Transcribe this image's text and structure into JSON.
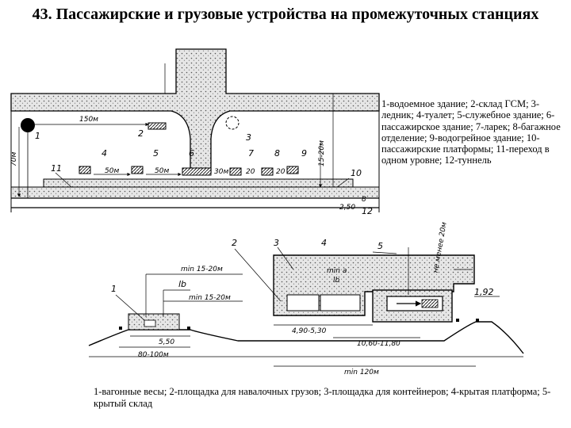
{
  "title": "43. Пассажирские и грузовые устройства на промежуточных станциях",
  "legend_top": "1-водоемное здание; 2-склад ГСМ; 3-ледник; 4-туалет; 5-служебное здание; 6-пассажирское здание; 7-ларек; 8-багажное отделение; 9-водогрейное здание; 10-пассажирские платформы; 11-переход в одном уровне; 12-туннель",
  "legend_bottom": "1-вагонные весы; 2-площадка для навалочных грузов; 3-площадка для контейнеров; 4-крытая платформа; 5-крытый склад",
  "top_diagram": {
    "dims": {
      "d150": "150м",
      "d70": "70м",
      "d50a": "50м",
      "d50b": "50м",
      "d30": "30м",
      "d20a": "20",
      "d20b": "20",
      "d1520": "15-20м",
      "d250": "2,50",
      "d8": "8"
    },
    "numbers": [
      "1",
      "2",
      "3",
      "4",
      "5",
      "6",
      "7",
      "8",
      "9",
      "10",
      "11",
      "12"
    ]
  },
  "bottom_diagram": {
    "dims": {
      "min1520a": "min 15-20м",
      "min1520b": "min 15-20м",
      "lb": "lb",
      "min_a": "min a",
      "lb2": "lb",
      "not_less_20": "не менее 20м",
      "d192": "1,92",
      "d550": "5,50",
      "d80100": "80-100м",
      "d490530": "4,90-5,30",
      "d10601180": "10,60-11,80",
      "min120": "min 120м"
    },
    "numbers": [
      "1",
      "2",
      "3",
      "4",
      "5"
    ]
  }
}
